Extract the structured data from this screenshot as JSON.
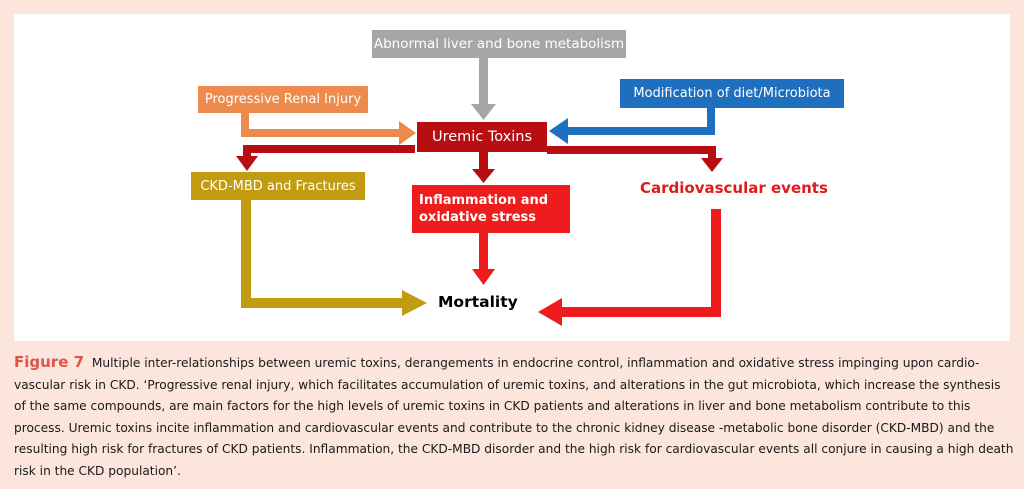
{
  "diagram": {
    "nodes": {
      "liver": "Abnormal liver and bone metabolism",
      "renal": "Progressive Renal Injury",
      "diet": "Modification of  diet/Microbiota",
      "uremic": "Uremic Toxins",
      "ckd": "CKD-MBD  and Fractures",
      "inflammation": "Inflammation and oxidative stress",
      "cardio": "Cardiovascular events",
      "mortality": "Mortality"
    },
    "colors": {
      "gray": "#a6a6a6",
      "orange": "#ec8b4c",
      "blue": "#1f6fbf",
      "darkred": "#b80e12",
      "gold": "#c39b10",
      "red": "#ee1c1c"
    }
  },
  "caption": {
    "label": "Figure 7",
    "text": "Multiple inter-relationships between uremic toxins, derangements in endocrine control, inflammation and oxidative stress impinging upon cardio-vascular risk in CKD. ‘Progressive renal injury, which facilitates accumulation of uremic toxins, and alterations in the gut microbiota, which increase the synthesis of the same compounds, are main factors for the high levels of uremic toxins in CKD patients and alterations in liver and bone metabolism contribute to this process. Uremic toxins incite inflammation and cardiovascular events and contribute to the chronic kidney disease -metabolic bone disorder (CKD-MBD) and the resulting high risk for fractures of CKD patients. Inflammation, the CKD-MBD disorder and the high risk for cardiovascular events all conjure in causing a high death risk in the CKD population’."
  }
}
